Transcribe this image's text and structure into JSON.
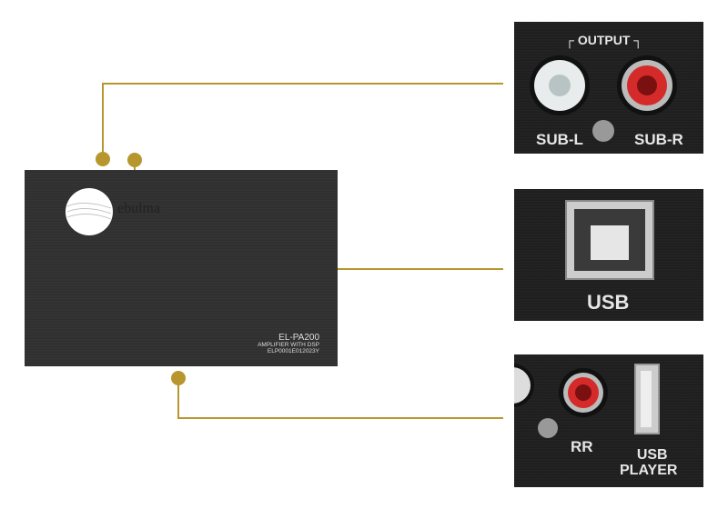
{
  "colors": {
    "accent": "#b8962e",
    "device": "#333333",
    "red_jack": "#d42a2a",
    "white_jack": "#e8ecec"
  },
  "device": {
    "brand": "ebulma",
    "model": "EL-PA200",
    "subtitle": "AMPLIFIER WITH DSP",
    "serial": "ELP0001E012023Y"
  },
  "panels": {
    "output": {
      "title": "OUTPUT",
      "left": "SUB-L",
      "right": "SUB-R"
    },
    "usb": {
      "label": "USB"
    },
    "player": {
      "rr": "RR",
      "usb_line1": "USB",
      "usb_line2": "PLAYER"
    }
  }
}
